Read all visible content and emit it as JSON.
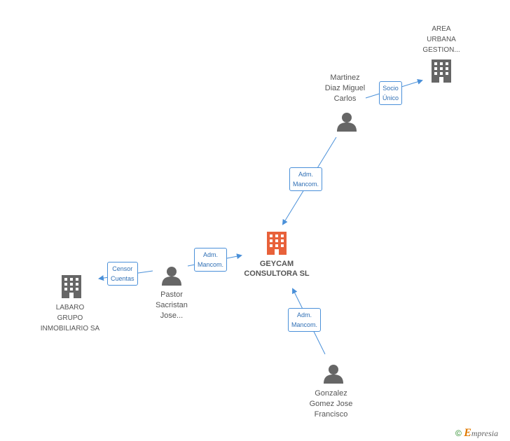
{
  "nodes": {
    "main": {
      "label": "GEYCAM\nCONSULTORA SL",
      "type": "company",
      "color": "#e8613a"
    },
    "area": {
      "label": "AREA\nURBANA\nGESTION...",
      "type": "company",
      "color": "#666666"
    },
    "labaro": {
      "label": "LABARO\nGRUPO\nINMOBILIARIO SA",
      "type": "company",
      "color": "#666666"
    },
    "martinez": {
      "label": "Martinez\nDiaz Miguel\nCarlos",
      "type": "person",
      "color": "#666666"
    },
    "pastor": {
      "label": "Pastor\nSacristan\nJose...",
      "type": "person",
      "color": "#666666"
    },
    "gonzalez": {
      "label": "Gonzalez\nGomez Jose\nFrancisco",
      "type": "person",
      "color": "#666666"
    }
  },
  "edges": {
    "martinez_area": {
      "label": "Socio\nÚnico"
    },
    "martinez_main": {
      "label": "Adm.\nMancom."
    },
    "pastor_main": {
      "label": "Adm.\nMancom."
    },
    "pastor_labaro": {
      "label": "Censor\nCuentas"
    },
    "gonzalez_main": {
      "label": "Adm.\nMancom."
    }
  },
  "footer": {
    "copyright": "©",
    "brand_initial": "E",
    "brand_rest": "mpresia"
  },
  "colors": {
    "edge": "#4a90d9",
    "accent": "#e8613a",
    "icon": "#666666"
  }
}
